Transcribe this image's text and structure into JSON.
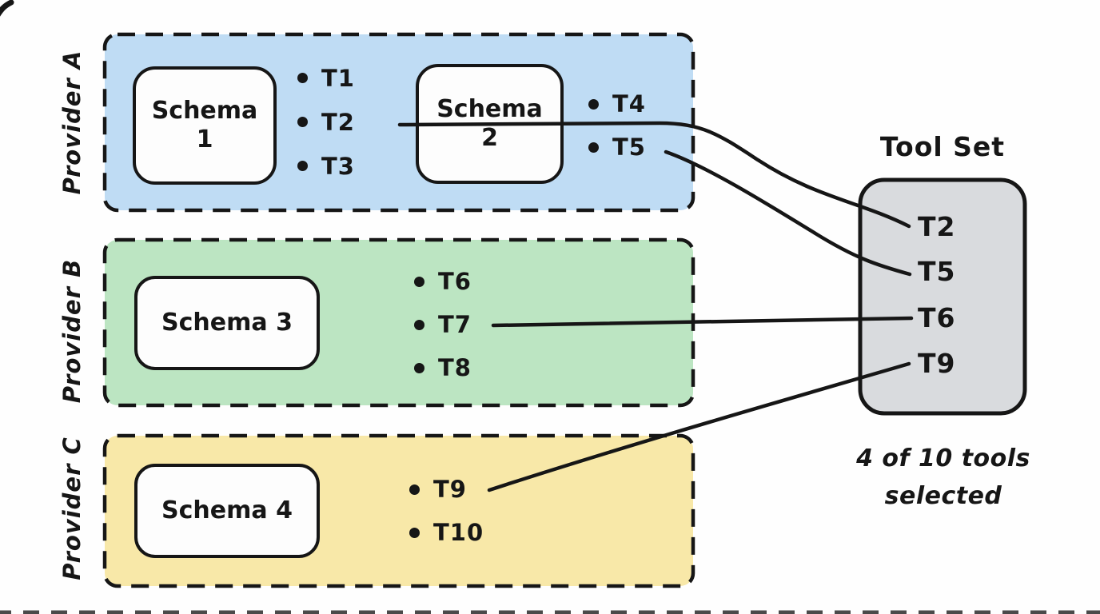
{
  "figure": {
    "tool_set_title": "Tool Set",
    "caption_line1": "4 of 10 tools",
    "caption_line2": "selected"
  },
  "colors": {
    "provider_a_fill": "#bfdcf4",
    "provider_b_fill": "#bce5c2",
    "provider_c_fill": "#f8e8a8",
    "tool_set_fill": "#d9dbde",
    "stroke": "#161616"
  },
  "providers": [
    {
      "label": "Provider A",
      "fill": "#bfdcf4",
      "schemas": [
        {
          "name": "Schema 1",
          "title_line1": "Schema",
          "title_line2": "1",
          "tools": [
            "T1",
            "T2",
            "T3"
          ]
        },
        {
          "name": "Schema 2",
          "title_line1": "Schema",
          "title_line2": "2",
          "tools": [
            "T4",
            "T5"
          ]
        }
      ]
    },
    {
      "label": "Provider B",
      "fill": "#bce5c2",
      "schemas": [
        {
          "name": "Schema 3",
          "title_line1": "Schema 3",
          "title_line2": "",
          "tools": [
            "T6",
            "T7",
            "T8"
          ]
        }
      ]
    },
    {
      "label": "Provider C",
      "fill": "#f8e8a8",
      "schemas": [
        {
          "name": "Schema 4",
          "title_line1": "Schema 4",
          "title_line2": "",
          "tools": [
            "T9",
            "T10"
          ]
        }
      ]
    }
  ],
  "tool_set": {
    "fill": "#d9dbde",
    "items": [
      "T2",
      "T5",
      "T6",
      "T9"
    ]
  },
  "connections": [
    {
      "from": "T2",
      "to": "T2"
    },
    {
      "from": "T5",
      "to": "T5"
    },
    {
      "from": "T7",
      "to": "T6"
    },
    {
      "from": "T9",
      "to": "T9"
    }
  ]
}
